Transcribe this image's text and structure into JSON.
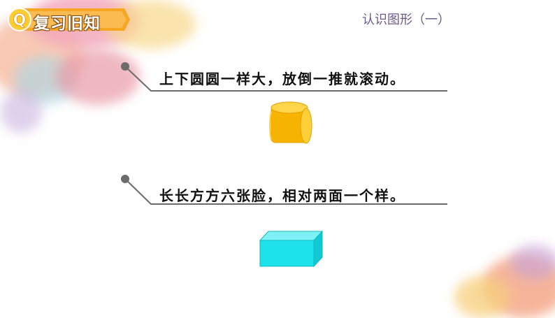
{
  "header": {
    "title": "复习旧知",
    "badge_letter": "Q"
  },
  "topic_label": "认识图形（一）",
  "riddles": [
    {
      "text": "上下圆圆一样大，放倒一推就滚动。",
      "shape": "cylinder-icon",
      "color": "#f6b400"
    },
    {
      "text": "长长方方六张脸，相对两面一个样。",
      "shape": "cuboid-icon",
      "color": "#1de2ea"
    }
  ],
  "colors": {
    "pointer_line": "#6b6b6b",
    "badge": "#f6a623"
  }
}
